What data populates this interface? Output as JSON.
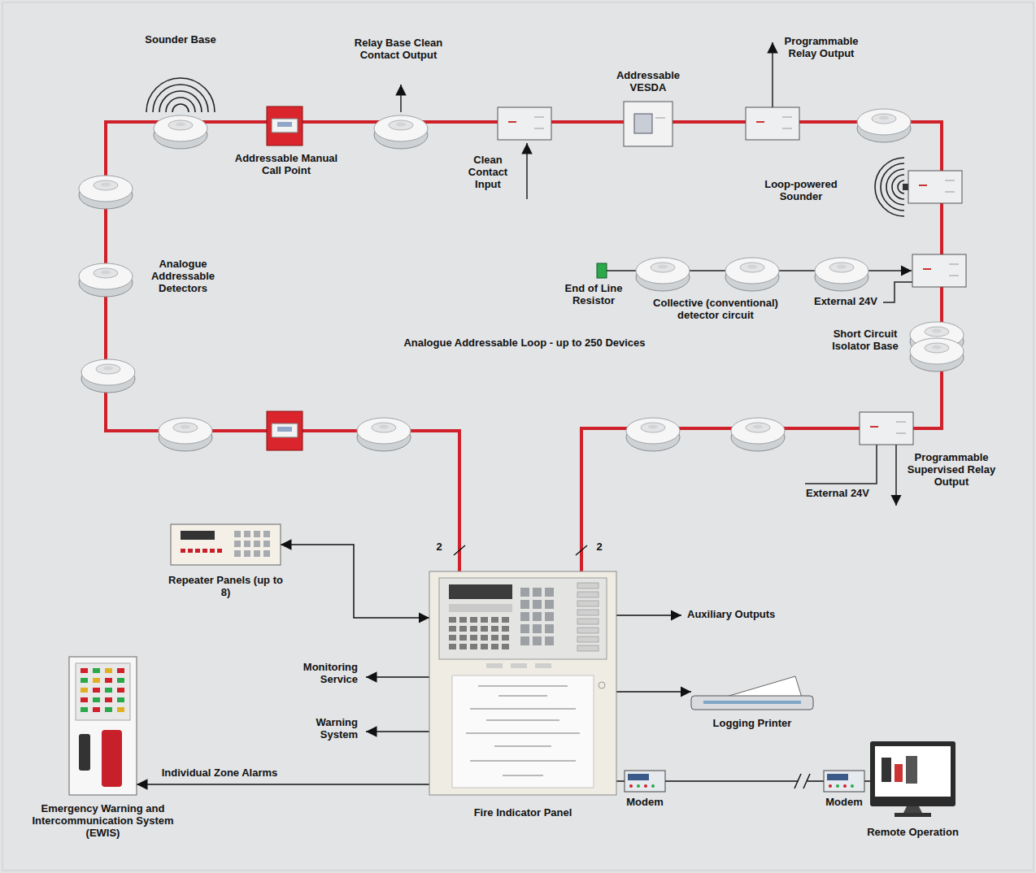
{
  "diagram": {
    "nodes": [
      {
        "text": [
          "Repeater Panels (up to 8)"
        ]
      },
      {
        "text": [
          "Fire Indicator Panel"
        ]
      },
      {
        "text": [
          "Logging Printer"
        ]
      },
      {
        "text": [
          "Modem"
        ]
      },
      {
        "text": [
          "Modem"
        ]
      },
      {
        "text": [
          "Remote Operation"
        ]
      },
      {
        "text": [
          "Emergency Warning and Intercommunication System (EWIS)"
        ]
      }
    ],
    "edges": [
      {
        "from": 0,
        "to": 1,
        "arrow": "both"
      },
      {
        "from": 1,
        "to": 2,
        "arrow": "to"
      },
      {
        "from": 1,
        "to": 6,
        "label": "Individual Zone Alarms",
        "arrow": "to"
      },
      {
        "from": 1,
        "to": 3,
        "arrow": "none"
      },
      {
        "from": 3,
        "to": 4,
        "arrow": "none"
      },
      {
        "from": 4,
        "to": 5,
        "arrow": "none"
      }
    ],
    "labels": [
      "Sounder Base",
      "Addressable Manual Call Point",
      "Relay Base Clean Contact Output",
      "Clean Contact Input",
      "Addressable VESDA",
      "Programmable Relay Output",
      "Loop-powered Sounder",
      "Analogue Addressable Detectors",
      "End of Line Resistor",
      "Collective (conventional) detector circuit",
      "External 24V",
      "Short Circuit Isolator Base",
      "Analogue Addressable Loop - up to 250 Devices",
      "Programmable Supervised Relay Output",
      "External 24V",
      "2",
      "2",
      "Auxiliary Outputs",
      "Monitoring Service",
      "Warning System"
    ]
  }
}
